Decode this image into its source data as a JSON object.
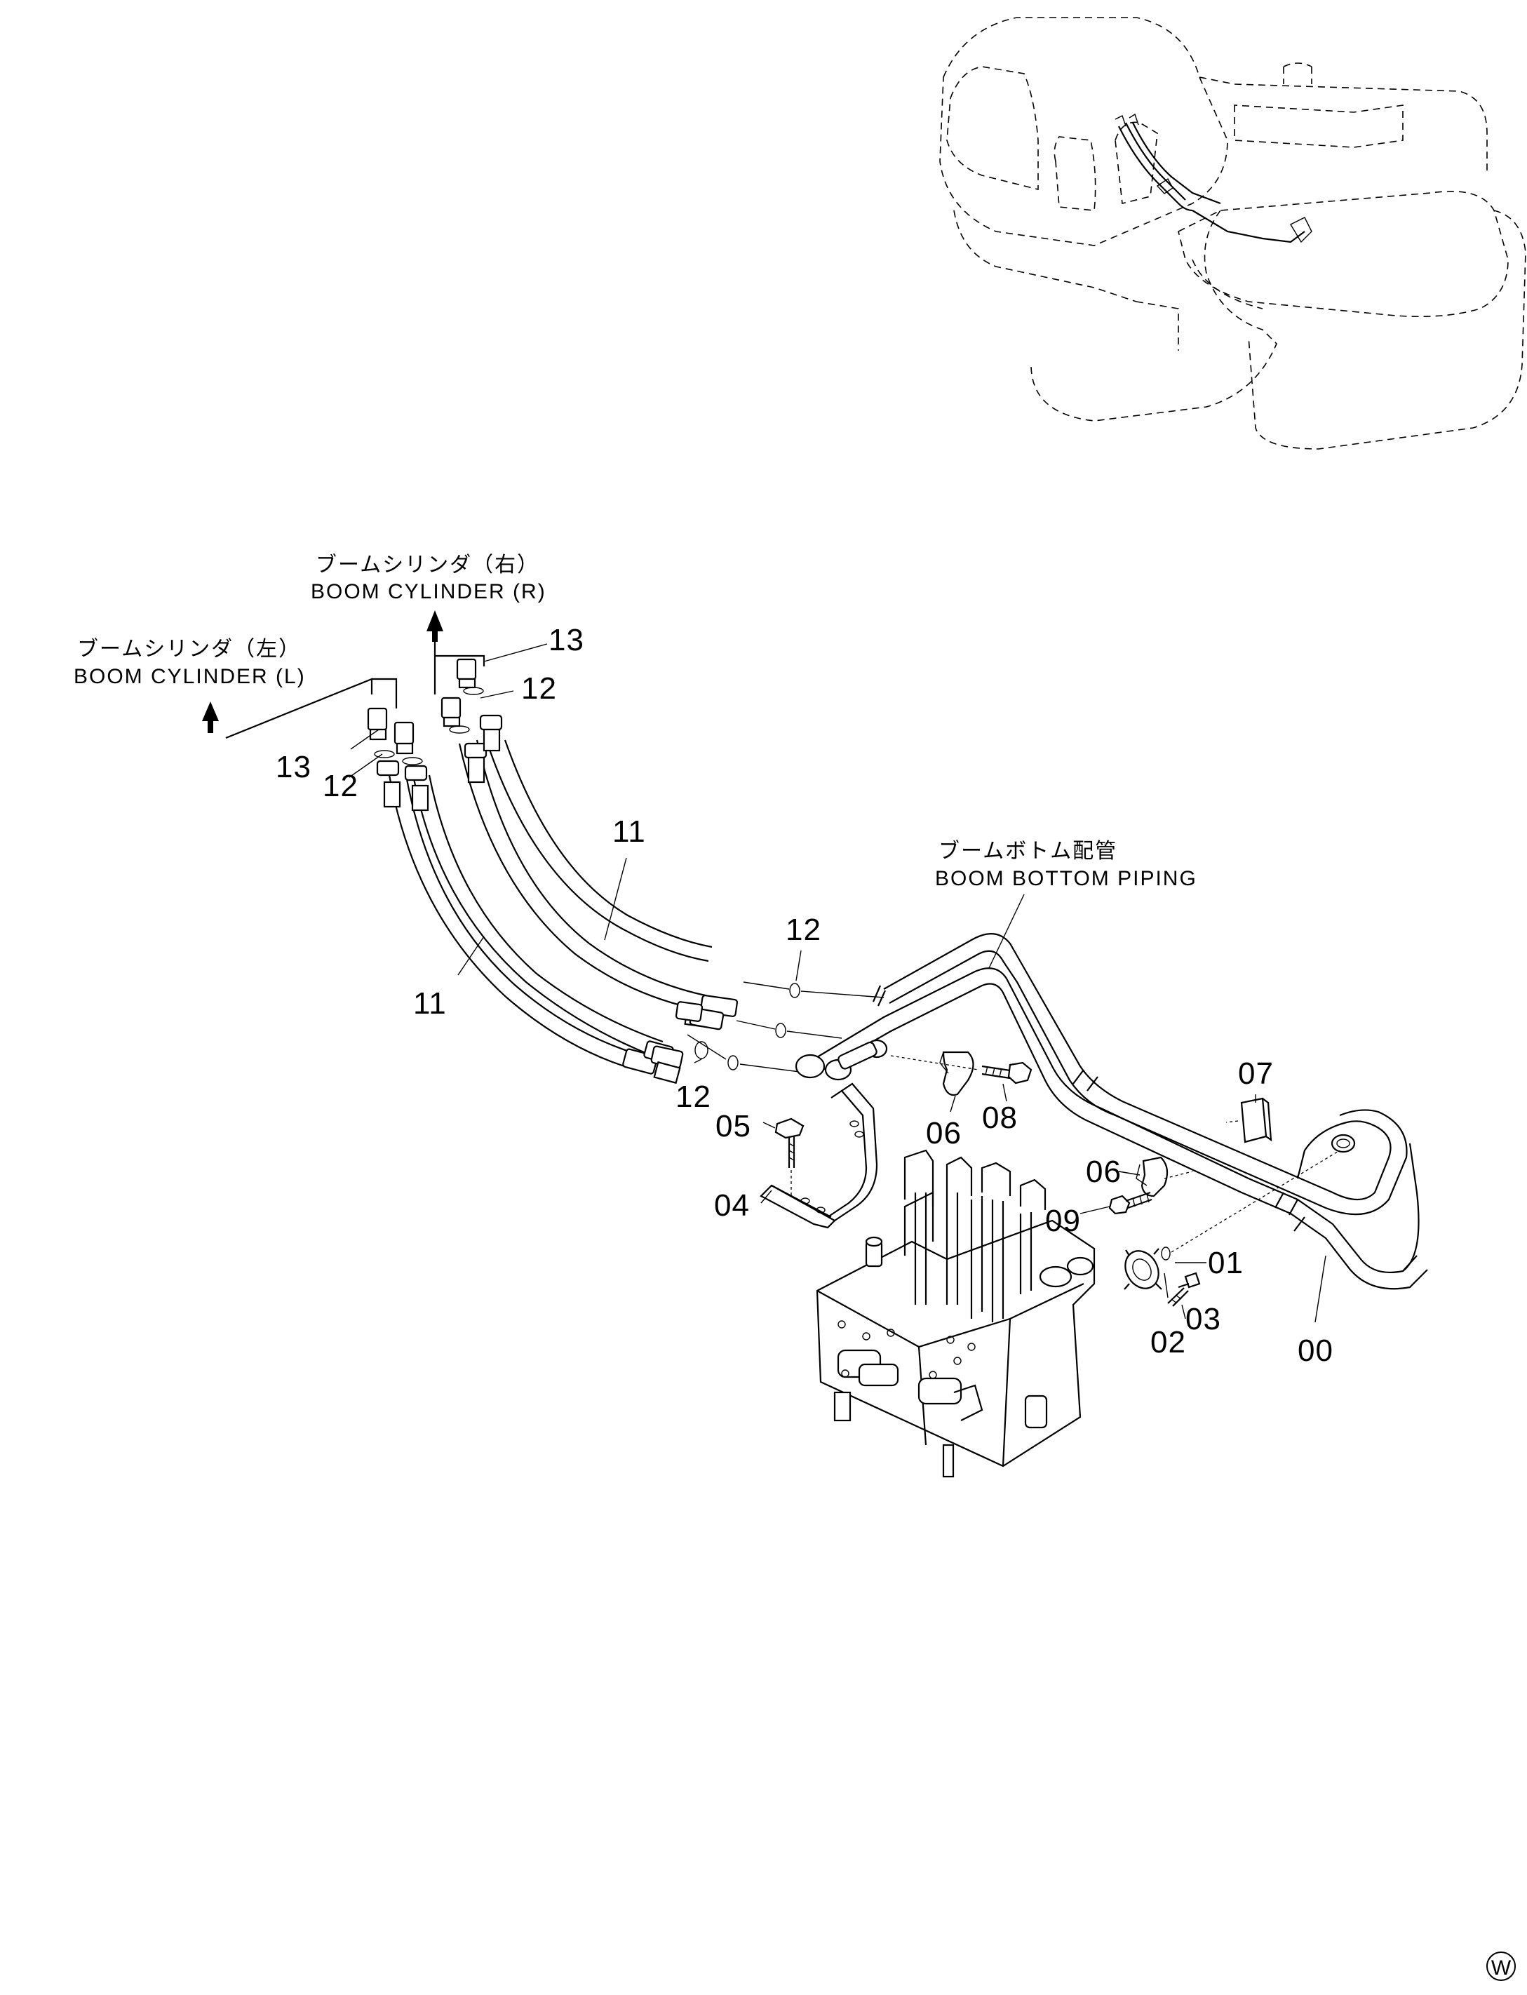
{
  "labels": {
    "boom_cylinder_right_jp": "ブームシリンダ（右）",
    "boom_cylinder_right_en": "BOOM CYLINDER (R)",
    "boom_cylinder_left_jp": "ブームシリンダ（左）",
    "boom_cylinder_left_en": "BOOM CYLINDER (L)",
    "boom_bottom_piping_jp": "ブームボトム配管",
    "boom_bottom_piping_en": "BOOM BOTTOM PIPING"
  },
  "part_numbers": {
    "p13_right": "13",
    "p12_right": "12",
    "p13_left": "13",
    "p12_left": "12",
    "p11_upper": "11",
    "p11_lower": "11",
    "p12_mid": "12",
    "p12_low": "12",
    "p07": "07",
    "p05": "05",
    "p06_a": "06",
    "p08": "08",
    "p06_b": "06",
    "p04": "04",
    "p09": "09",
    "p01": "01",
    "p03": "03",
    "p02": "02",
    "p00": "00"
  },
  "corner_mark": "W"
}
